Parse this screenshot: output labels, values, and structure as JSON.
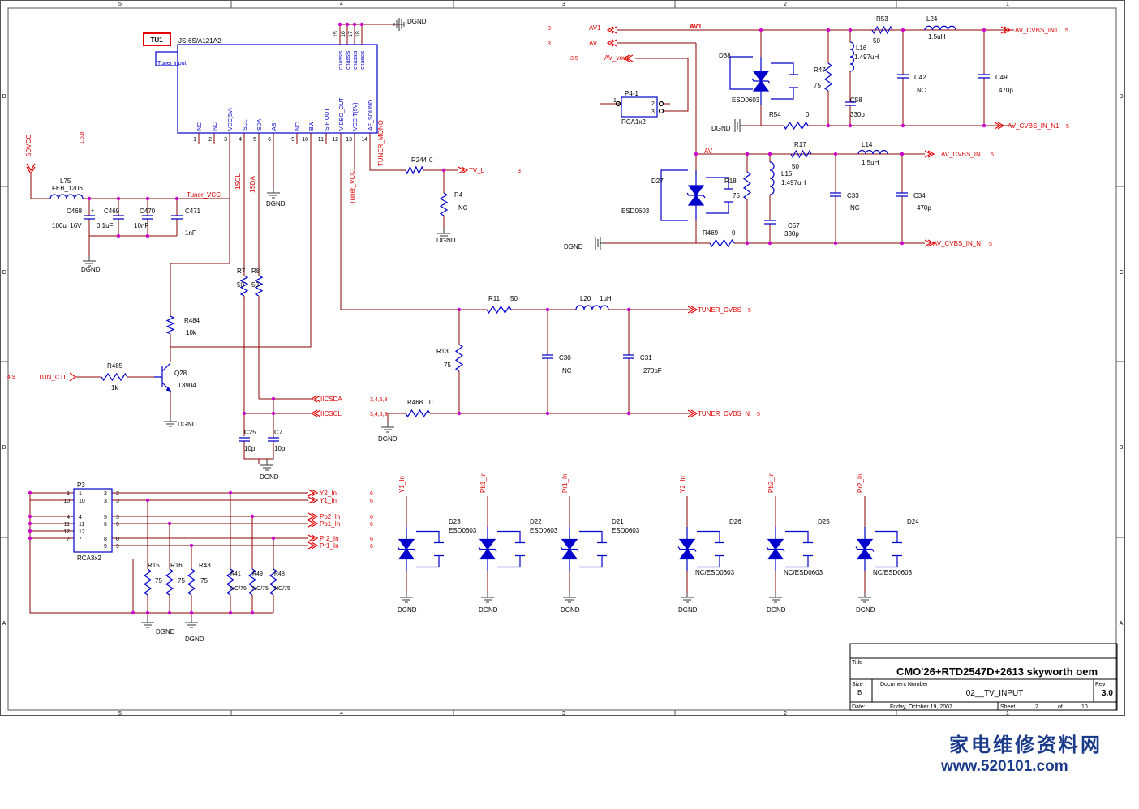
{
  "colors": {
    "wire": "#8b0000",
    "net": "#e00000",
    "label": "#000000",
    "part": "#0000cc",
    "junction": "#cc00cc",
    "watermark": "#1a3a8a"
  },
  "border": {
    "cols_top": [
      "5",
      "4",
      "3",
      "2",
      "1"
    ],
    "rows_side": [
      "D",
      "C",
      "B",
      "A"
    ]
  },
  "tuner": {
    "ref": "TU1",
    "model": "JS-6S/A121A2",
    "input": "Tuner Input",
    "pins": [
      {
        "n": "1",
        "name": "NC"
      },
      {
        "n": "2",
        "name": "NC"
      },
      {
        "n": "3",
        "name": "VCC(5V)"
      },
      {
        "n": "4",
        "name": "SCL"
      },
      {
        "n": "5",
        "name": "SDA"
      },
      {
        "n": "6",
        "name": "AS"
      },
      {
        "n": "9",
        "name": "NC"
      },
      {
        "n": "10",
        "name": "BW"
      },
      {
        "n": "11",
        "name": "SIF OUT"
      },
      {
        "n": "12",
        "name": "VIDEO_OUT"
      },
      {
        "n": "13",
        "name": "VCC-T(5V)"
      },
      {
        "n": "14",
        "name": "AF_SOUND"
      }
    ],
    "chassis_pins": [
      "15",
      "16",
      "17",
      "18"
    ],
    "chassis_name": "chassis"
  },
  "nets": {
    "dgnd": "DGND",
    "5dvcc": "5DVCC",
    "tuner_vcc": "Tuner_VCC",
    "tuner_vcc_v": "Tuner_VCC",
    "tuner_mono": "TUNER_MONO",
    "iscl": "1SCL",
    "isda": "1SDA",
    "tv_l": "TV_L",
    "tun_ctl": "TUN_CTL",
    "iicsda": "IICSDA",
    "iicscl": "IICSCL",
    "tuner_cvbs": "TUNER_CVBS",
    "tuner_cvbs_n": "TUNER_CVBS_N",
    "av1": "AV1",
    "av": "AV",
    "av_vout": "AV_vout",
    "av_cvbs_in1": "AV_CVBS_IN1",
    "av_cvbs_in_n1": "AV_CVBS_IN_N1",
    "av_cvbs_in": "AV_CVBS_IN",
    "av_cvbs_in_n": "AV_CVBS_IN_N",
    "y2": "Y2_In",
    "y1": "Y1_In",
    "pb2": "Pb2_In",
    "pb1": "Pb1_In",
    "pr2": "Pr2_In",
    "pr1": "Pr1_In"
  },
  "refs": {
    "n_3a": "3",
    "n_3b": "3",
    "n_35": "3.5",
    "n_5a": "5",
    "n_5b": "5",
    "n_5c": "5",
    "n_5d": "5",
    "n_5e": "5",
    "n_5f": "5",
    "n_168": "1,6,8",
    "n_3c": "3",
    "n_49": "4,9",
    "n_345a": "3,4,5,9",
    "n_345b": "3,4,5,9",
    "n_6a": "6",
    "n_6b": "6",
    "n_6c": "6",
    "n_6d": "6",
    "n_6e": "6",
    "n_6f": "6"
  },
  "parts": {
    "l75": {
      "ref": "L75",
      "val": "FEB_1206"
    },
    "c468": {
      "ref": "C468",
      "val": "100u_16V"
    },
    "c469": {
      "ref": "C469",
      "val": "0.1uF"
    },
    "c470": {
      "ref": "C470",
      "val": "10nF"
    },
    "c471": {
      "ref": "C471",
      "val": "1nF"
    },
    "r244": {
      "ref": "R244",
      "val": "0"
    },
    "r4": {
      "ref": "R4",
      "val": "NC"
    },
    "r7": {
      "ref": "R7",
      "val": "50"
    },
    "r8": {
      "ref": "R8",
      "val": "50"
    },
    "r484": {
      "ref": "R484",
      "val": "10k"
    },
    "r485": {
      "ref": "R485",
      "val": "1k"
    },
    "q28": {
      "ref": "Q28",
      "val": "T3904"
    },
    "c25": {
      "ref": "C25",
      "val": "10p"
    },
    "c7": {
      "ref": "C7",
      "val": "10p"
    },
    "r11": {
      "ref": "R11",
      "val": "50"
    },
    "l20": {
      "ref": "L20",
      "val": "1uH"
    },
    "r13": {
      "ref": "R13",
      "val": "75"
    },
    "c30": {
      "ref": "C30",
      "val": "NC"
    },
    "c31": {
      "ref": "C31",
      "val": "270pF"
    },
    "r468": {
      "ref": "R468",
      "val": "0"
    },
    "p41": {
      "ref": "P4-1",
      "val": "RCA1x2"
    },
    "d38": {
      "ref": "D38",
      "val": "ESD0603"
    },
    "r47": {
      "ref": "R47",
      "val": "75"
    },
    "l16": {
      "ref": "L16",
      "val": "1.497uH"
    },
    "c58": {
      "ref": "C58",
      "val": "330p"
    },
    "r53": {
      "ref": "R53",
      "val": "50"
    },
    "l24": {
      "ref": "L24",
      "val": "1.5uH"
    },
    "c42": {
      "ref": "C42",
      "val": "NC"
    },
    "c49": {
      "ref": "C49",
      "val": "470p"
    },
    "r54": {
      "ref": "R54",
      "val": "0"
    },
    "d27": {
      "ref": "D27",
      "val": "ESD0603"
    },
    "r18": {
      "ref": "R18",
      "val": "75"
    },
    "l15": {
      "ref": "L15",
      "val": "1.497uH"
    },
    "c57": {
      "ref": "C57",
      "val": "330p"
    },
    "r17": {
      "ref": "R17",
      "val": "50"
    },
    "l14": {
      "ref": "L14",
      "val": "1.5uH"
    },
    "c33": {
      "ref": "C33",
      "val": "NC"
    },
    "c34": {
      "ref": "C34",
      "val": "470p"
    },
    "r469": {
      "ref": "R469",
      "val": "0"
    },
    "p3": {
      "ref": "P3",
      "val": "RCA3x2"
    },
    "r15": {
      "ref": "R15",
      "val": "75"
    },
    "r16": {
      "ref": "R16",
      "val": "75"
    },
    "r43": {
      "ref": "R43",
      "val": "75"
    },
    "r41": {
      "ref": "R41",
      "val": "NC/75"
    },
    "r49": {
      "ref": "R49",
      "val": "NC/75"
    },
    "r48": {
      "ref": "R48",
      "val": "NC/75"
    },
    "d23": {
      "ref": "D23",
      "val": "ESD0603"
    },
    "d22": {
      "ref": "D22",
      "val": "ESD0603"
    },
    "d21": {
      "ref": "D21",
      "val": "ESD0603"
    },
    "d26": {
      "ref": "D26",
      "val": "NC/ESD0603"
    },
    "d25": {
      "ref": "D25",
      "val": "NC/ESD0603"
    },
    "d24": {
      "ref": "D24",
      "val": "NC/ESD0603"
    }
  },
  "p3_pins": {
    "left_top": [
      "1",
      "10"
    ],
    "left_mid": [
      "4",
      "11",
      "12",
      "7"
    ],
    "right": [
      "2",
      "3",
      "5",
      "6",
      "8",
      "9"
    ]
  },
  "title_block": {
    "title_label": "Title",
    "title": "CMO'26+RTD2547D+2613 skyworth oem",
    "size_label": "Size",
    "size": "B",
    "docnum_label": "Document Number",
    "docnum": "02__TV_INPUT",
    "rev_label": "Rev",
    "rev": "3.0",
    "date_label": "Date:",
    "date": "Friday, October 19, 2007",
    "sheet_label": "Sheet",
    "sheet": "2",
    "of_label": "of",
    "sheets": "10"
  },
  "watermark": {
    "cn": "家电维修资料网",
    "url": "www.520101.com"
  }
}
